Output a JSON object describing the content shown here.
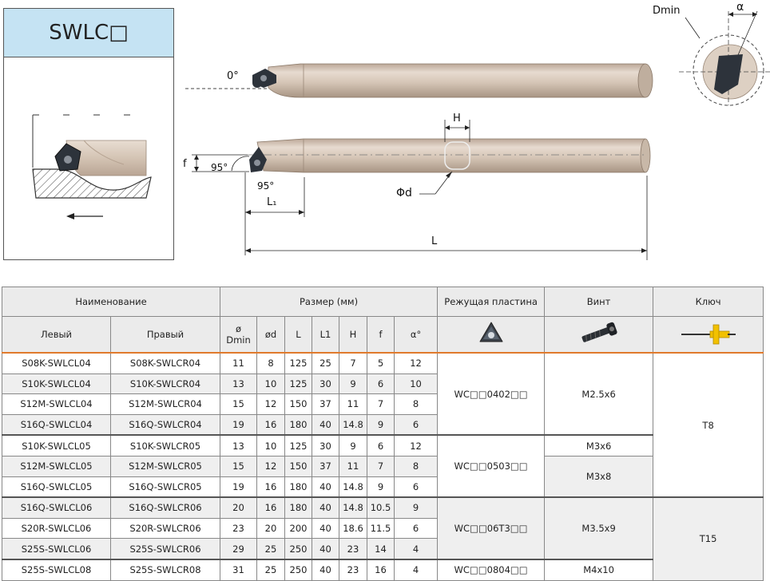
{
  "title": "SWLC□",
  "drawing_labels": {
    "dmin": "Dmin",
    "alpha": "α",
    "zero_angle": "0°",
    "f": "f",
    "angle_95_a": "95°",
    "angle_95_b": "95°",
    "h": "H",
    "phi_d": "Φd",
    "l1": "L₁",
    "l": "L"
  },
  "table": {
    "header_name": "Наименование",
    "header_size": "Размер (мм)",
    "header_insert": "Режущая пластина",
    "header_screw": "Винт",
    "header_key": "Ключ",
    "col_left": "Левый",
    "col_right": "Правый",
    "col_dmin_a": "ø",
    "col_dmin_b": "Dmin",
    "col_d": "ød",
    "col_l": "L",
    "col_l1": "L1",
    "col_h": "H",
    "col_f": "f",
    "col_alpha": "α°",
    "rows": [
      {
        "left": "S08K-SWLCL04",
        "right": "S08K-SWLCR04",
        "dmin": "11",
        "d": "8",
        "l": "125",
        "l1": "25",
        "h": "7",
        "f": "5",
        "a": "12"
      },
      {
        "left": "S10K-SWLCL04",
        "right": "S10K-SWLCR04",
        "dmin": "13",
        "d": "10",
        "l": "125",
        "l1": "30",
        "h": "9",
        "f": "6",
        "a": "10"
      },
      {
        "left": "S12M-SWLCL04",
        "right": "S12M-SWLCR04",
        "dmin": "15",
        "d": "12",
        "l": "150",
        "l1": "37",
        "h": "11",
        "f": "7",
        "a": "8"
      },
      {
        "left": "S16Q-SWLCL04",
        "right": "S16Q-SWLCR04",
        "dmin": "19",
        "d": "16",
        "l": "180",
        "l1": "40",
        "h": "14.8",
        "f": "9",
        "a": "6"
      },
      {
        "left": "S10K-SWLCL05",
        "right": "S10K-SWLCR05",
        "dmin": "13",
        "d": "10",
        "l": "125",
        "l1": "30",
        "h": "9",
        "f": "6",
        "a": "12"
      },
      {
        "left": "S12M-SWLCL05",
        "right": "S12M-SWLCR05",
        "dmin": "15",
        "d": "12",
        "l": "150",
        "l1": "37",
        "h": "11",
        "f": "7",
        "a": "8"
      },
      {
        "left": "S16Q-SWLCL05",
        "right": "S16Q-SWLCR05",
        "dmin": "19",
        "d": "16",
        "l": "180",
        "l1": "40",
        "h": "14.8",
        "f": "9",
        "a": "6"
      },
      {
        "left": "S16Q-SWLCL06",
        "right": "S16Q-SWLCR06",
        "dmin": "20",
        "d": "16",
        "l": "180",
        "l1": "40",
        "h": "14.8",
        "f": "10.5",
        "a": "9"
      },
      {
        "left": "S20R-SWLCL06",
        "right": "S20R-SWLCR06",
        "dmin": "23",
        "d": "20",
        "l": "200",
        "l1": "40",
        "h": "18.6",
        "f": "11.5",
        "a": "6"
      },
      {
        "left": "S25S-SWLCL06",
        "right": "S25S-SWLCR06",
        "dmin": "29",
        "d": "25",
        "l": "250",
        "l1": "40",
        "h": "23",
        "f": "14",
        "a": "4"
      },
      {
        "left": "S25S-SWLCL08",
        "right": "S25S-SWLCR08",
        "dmin": "31",
        "d": "25",
        "l": "250",
        "l1": "40",
        "h": "23",
        "f": "16",
        "a": "4"
      }
    ],
    "inserts": [
      "WC□□0402□□",
      "WC□□0503□□",
      "WC□□06T3□□",
      "WC□□0804□□"
    ],
    "screws": [
      "M2.5x6",
      "M3x6",
      "M3x8",
      "M3.5x9",
      "M4x10"
    ],
    "keys": [
      "T8",
      "T15"
    ]
  }
}
